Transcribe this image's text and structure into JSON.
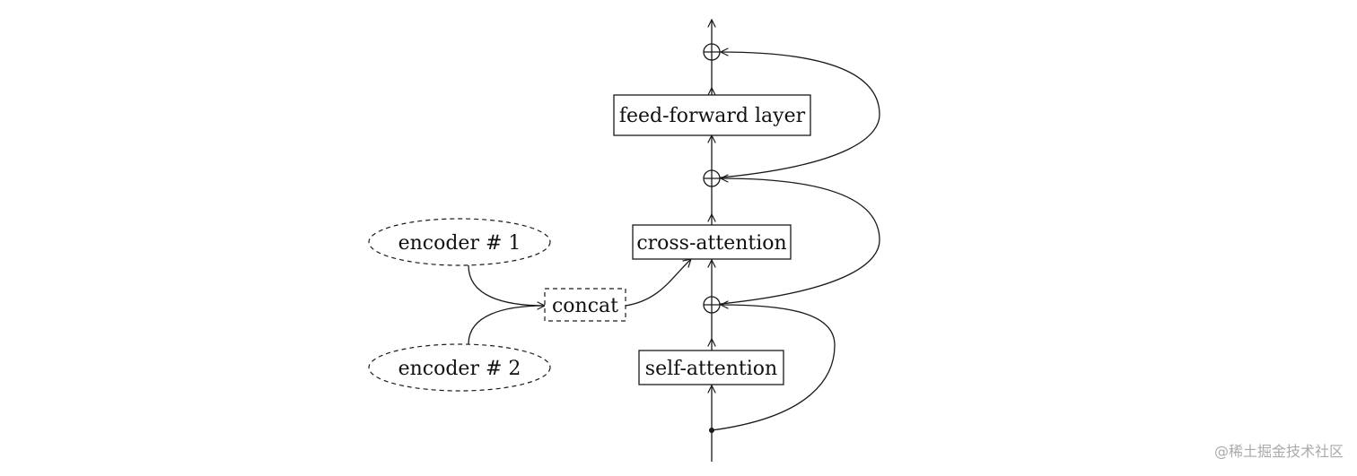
{
  "nodes": {
    "feed_forward": "feed-forward layer",
    "cross_attention": "cross-attention",
    "self_attention": "self-attention",
    "concat": "concat",
    "encoder1": "encoder # 1",
    "encoder2": "encoder # 2"
  },
  "add_symbol": "⊕",
  "watermark": "@稀土掘金技术社区",
  "colors": {
    "stroke": "#1a1a1a",
    "background": "#ffffff",
    "watermark": "#aaaaaa"
  }
}
